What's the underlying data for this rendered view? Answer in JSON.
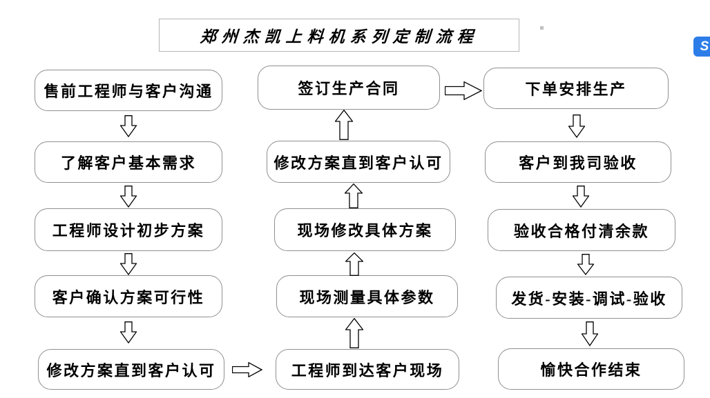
{
  "title": "郑州杰凯上料机系列定制流程",
  "flow": {
    "left": [
      "售前工程师与客户沟通",
      "了解客户基本需求",
      "工程师设计初步方案",
      "客户确认方案可行性",
      "修改方案直到客户认可"
    ],
    "middle": [
      "签订生产合同",
      "修改方案直到客户认可",
      "现场修改具体方案",
      "现场测量具体参数",
      "工程师到达客户现场"
    ],
    "right": [
      "下单安排生产",
      "客户到我司验收",
      "验收合格付清余款",
      "发货-安装-调试-验收",
      "愉快合作结束"
    ]
  },
  "colors": {
    "box_border": "#8f8f8f",
    "title_border": "#b5b5b5",
    "arrow_stroke": "#000000",
    "overlay_icon_bg": "#2d7de8"
  },
  "overlay_icon": {
    "glyph": "S"
  }
}
